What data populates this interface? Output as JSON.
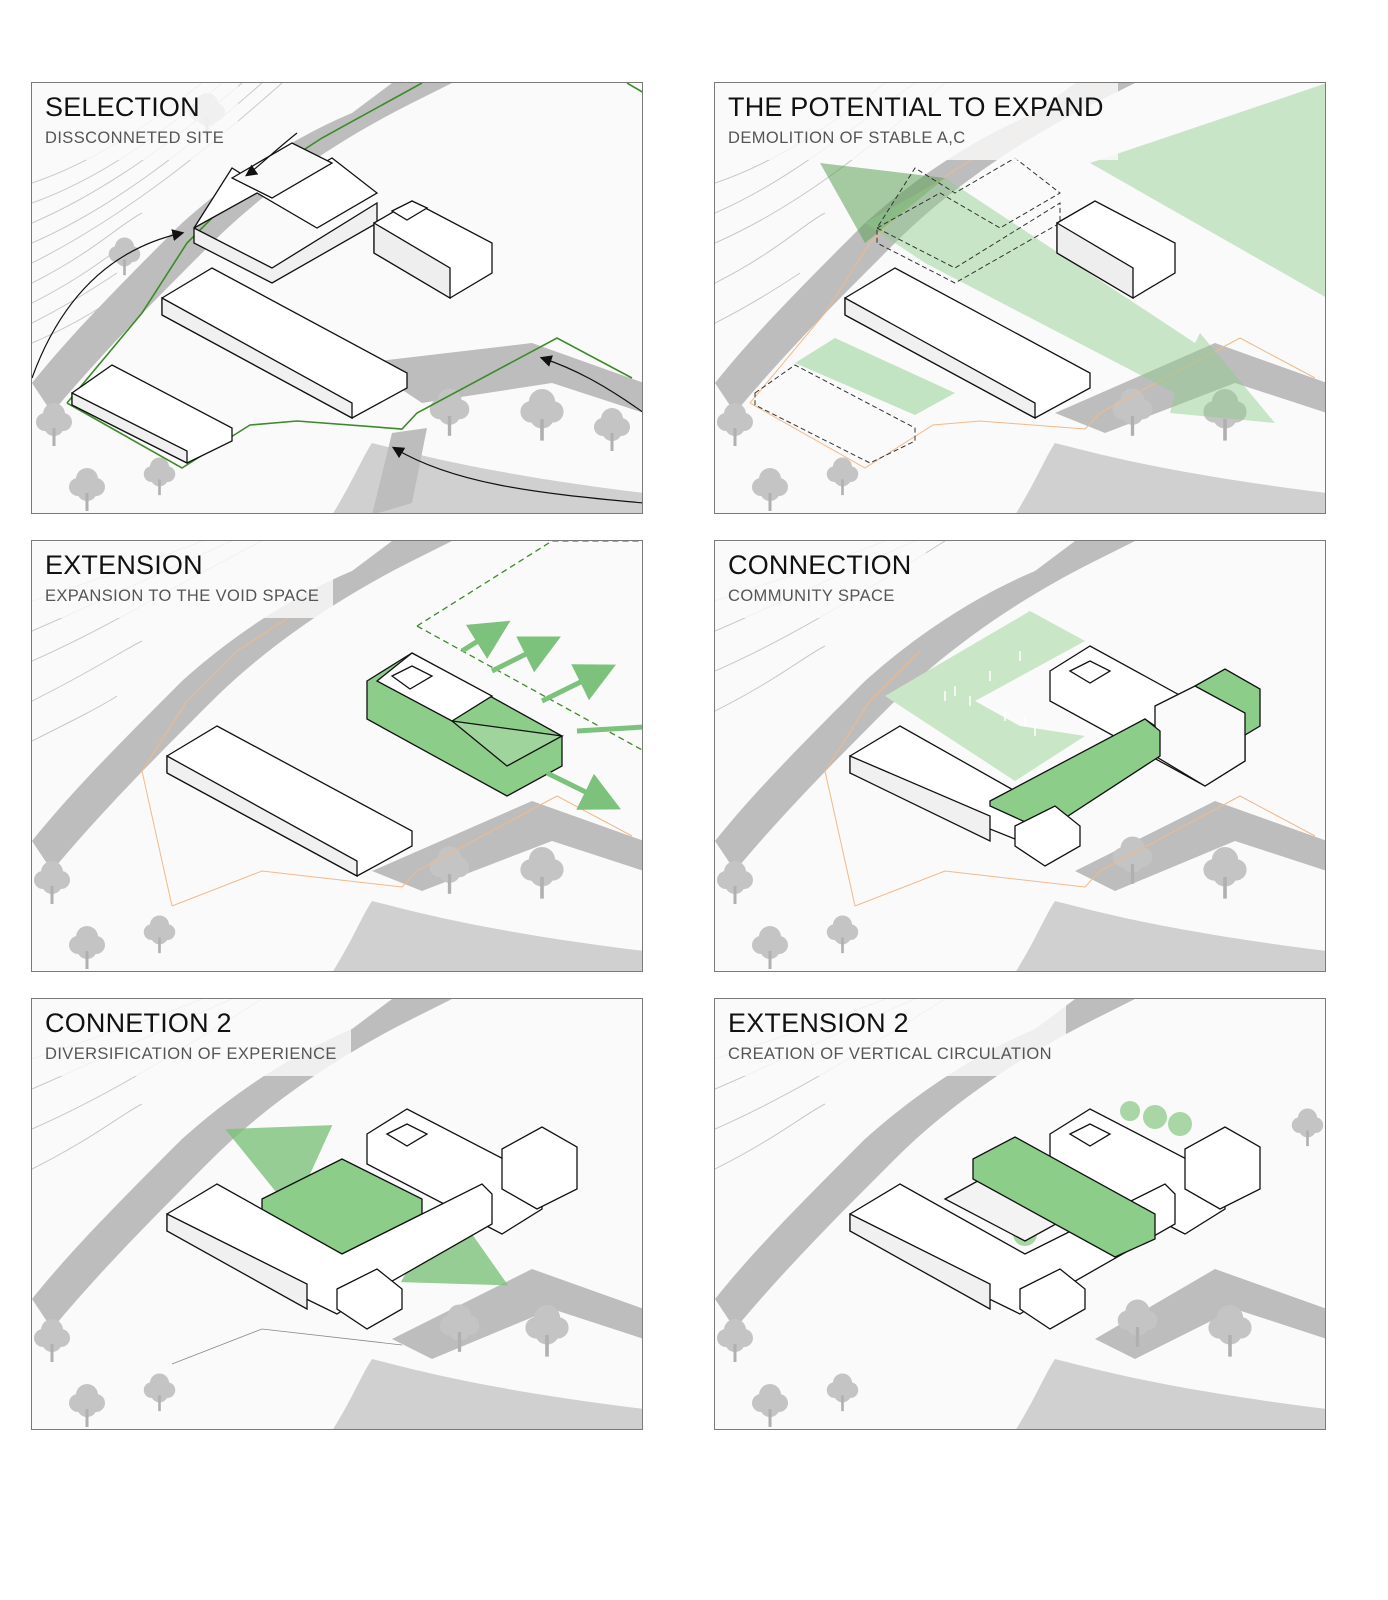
{
  "panels": [
    {
      "title": "SELECTION",
      "subtitle": "DISSCONNETED SITE"
    },
    {
      "title": "THE POTENTIAL TO EXPAND",
      "subtitle": "DEMOLITION OF STABLE A,C"
    },
    {
      "title": "EXTENSION",
      "subtitle": "EXPANSION TO THE VOID SPACE"
    },
    {
      "title": "CONNECTION",
      "subtitle": "COMMUNITY SPACE"
    },
    {
      "title": "CONNETION 2",
      "subtitle": "DIVERSIFICATION OF EXPERIENCE"
    },
    {
      "title": "EXTENSION 2",
      "subtitle": "CREATION OF VERTICAL CIRCULATION"
    }
  ],
  "colors": {
    "accent_green": "#7cc27c",
    "fill_green": "#8ccd8a",
    "light_green": "#c9e6c6",
    "site_line_green": "#3d8a2a",
    "site_line_orange": "#f2b98a",
    "road_grey": "#bdbdbd",
    "road_dark": "#9a9a9a",
    "tree_grey": "#c4c4c4",
    "building_outline": "#111111"
  }
}
